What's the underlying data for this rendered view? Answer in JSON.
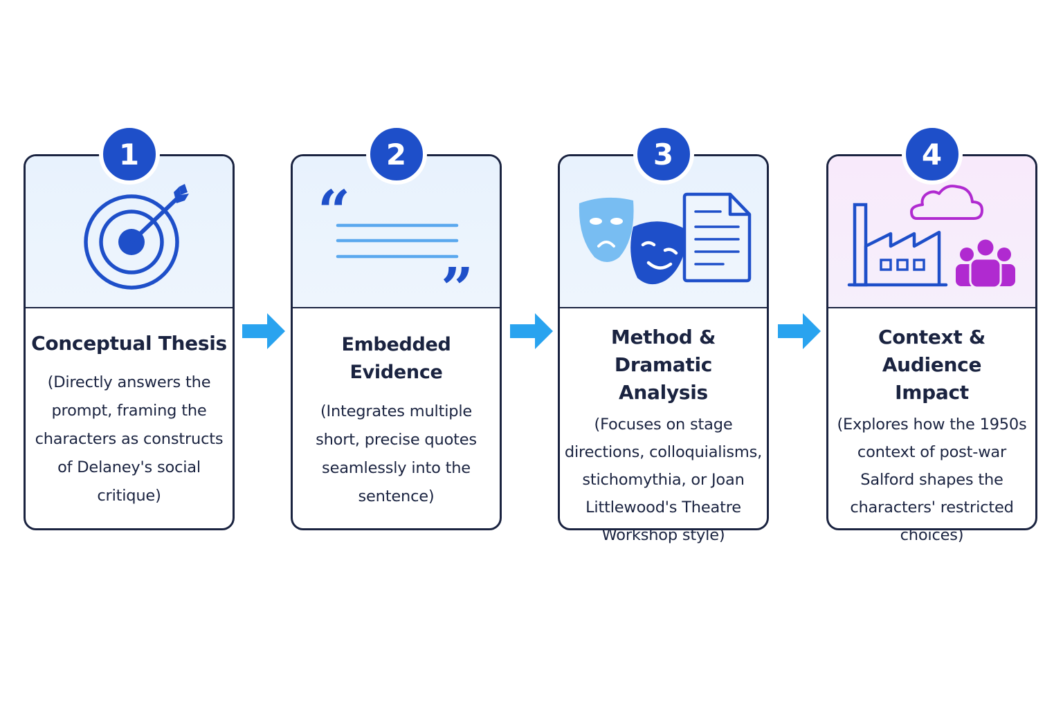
{
  "steps": [
    {
      "number": "1",
      "title": "Conceptual Thesis",
      "description": "(Directly answers the prompt, framing the characters as constructs of Delaney's social critique)",
      "icon": "target-arrow-icon"
    },
    {
      "number": "2",
      "title": "Embedded Evidence",
      "description": "(Integrates multiple short, precise quotes seamlessly into the sentence)",
      "icon": "quotation-icon"
    },
    {
      "number": "3",
      "title": "Method & Dramatic Analysis",
      "description": "(Focuses on stage directions, colloquialisms, stichomythia, or Joan Littlewood's Theatre Workshop style)",
      "icon": "theatre-masks-script-icon"
    },
    {
      "number": "4",
      "title": "Context & Audience Impact",
      "description": "(Explores how the 1950s context of post-war Salford shapes the characters' restricted choices)",
      "icon": "factory-cloud-people-icon"
    }
  ],
  "colors": {
    "badge": "#1e4fc9",
    "icon_blue": "#1e4fc9",
    "icon_light_blue": "#5aa8ee",
    "icon_purple": "#b02ad0",
    "arrow": "#29a3ef",
    "border": "#1a2340"
  }
}
